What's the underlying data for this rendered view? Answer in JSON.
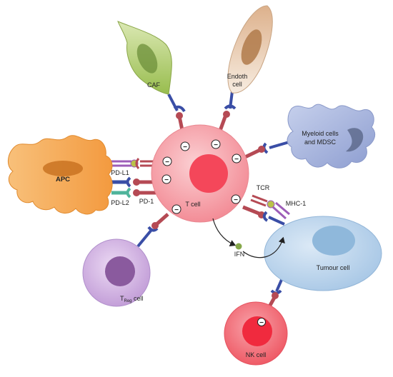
{
  "cells": {
    "t_cell": "T cell",
    "apc": "APC",
    "caf": "CAF",
    "endoth_line1": "Endoth",
    "endoth_line2": "cell",
    "myeloid_line1": "Myeloid cells",
    "myeloid_line2": "and MDSC",
    "treg_main": "T",
    "treg_sub": "Reg",
    "treg_suffix": " cell",
    "tumour": "Tumour cell",
    "nk": "NK cell"
  },
  "molecules": {
    "pd_l1": "PD-L1",
    "pd_l2": "PD-L2",
    "pd_1": "PD-1",
    "tcr": "TCR",
    "mhc1": "MHC-1",
    "ifn": "IFN"
  },
  "symbols": {
    "inhibitory": "−"
  },
  "colors": {
    "t_cell": "#f7a4ab",
    "t_nucleus": "#f4475a",
    "apc": "#f5a04a",
    "caf": "#a6c65e",
    "endoth": "#efd8c4",
    "myeloid": "#a9b6dd",
    "treg": "#cfb1e0",
    "tumour": "#bcd6ee",
    "nk": "#f2636d",
    "receptor_red": "#b54a54",
    "receptor_blue": "#3a4ea6",
    "ligand_teal": "#4fb49b",
    "ligand_purple": "#9d5db8",
    "ifn_green": "#86a84a"
  }
}
